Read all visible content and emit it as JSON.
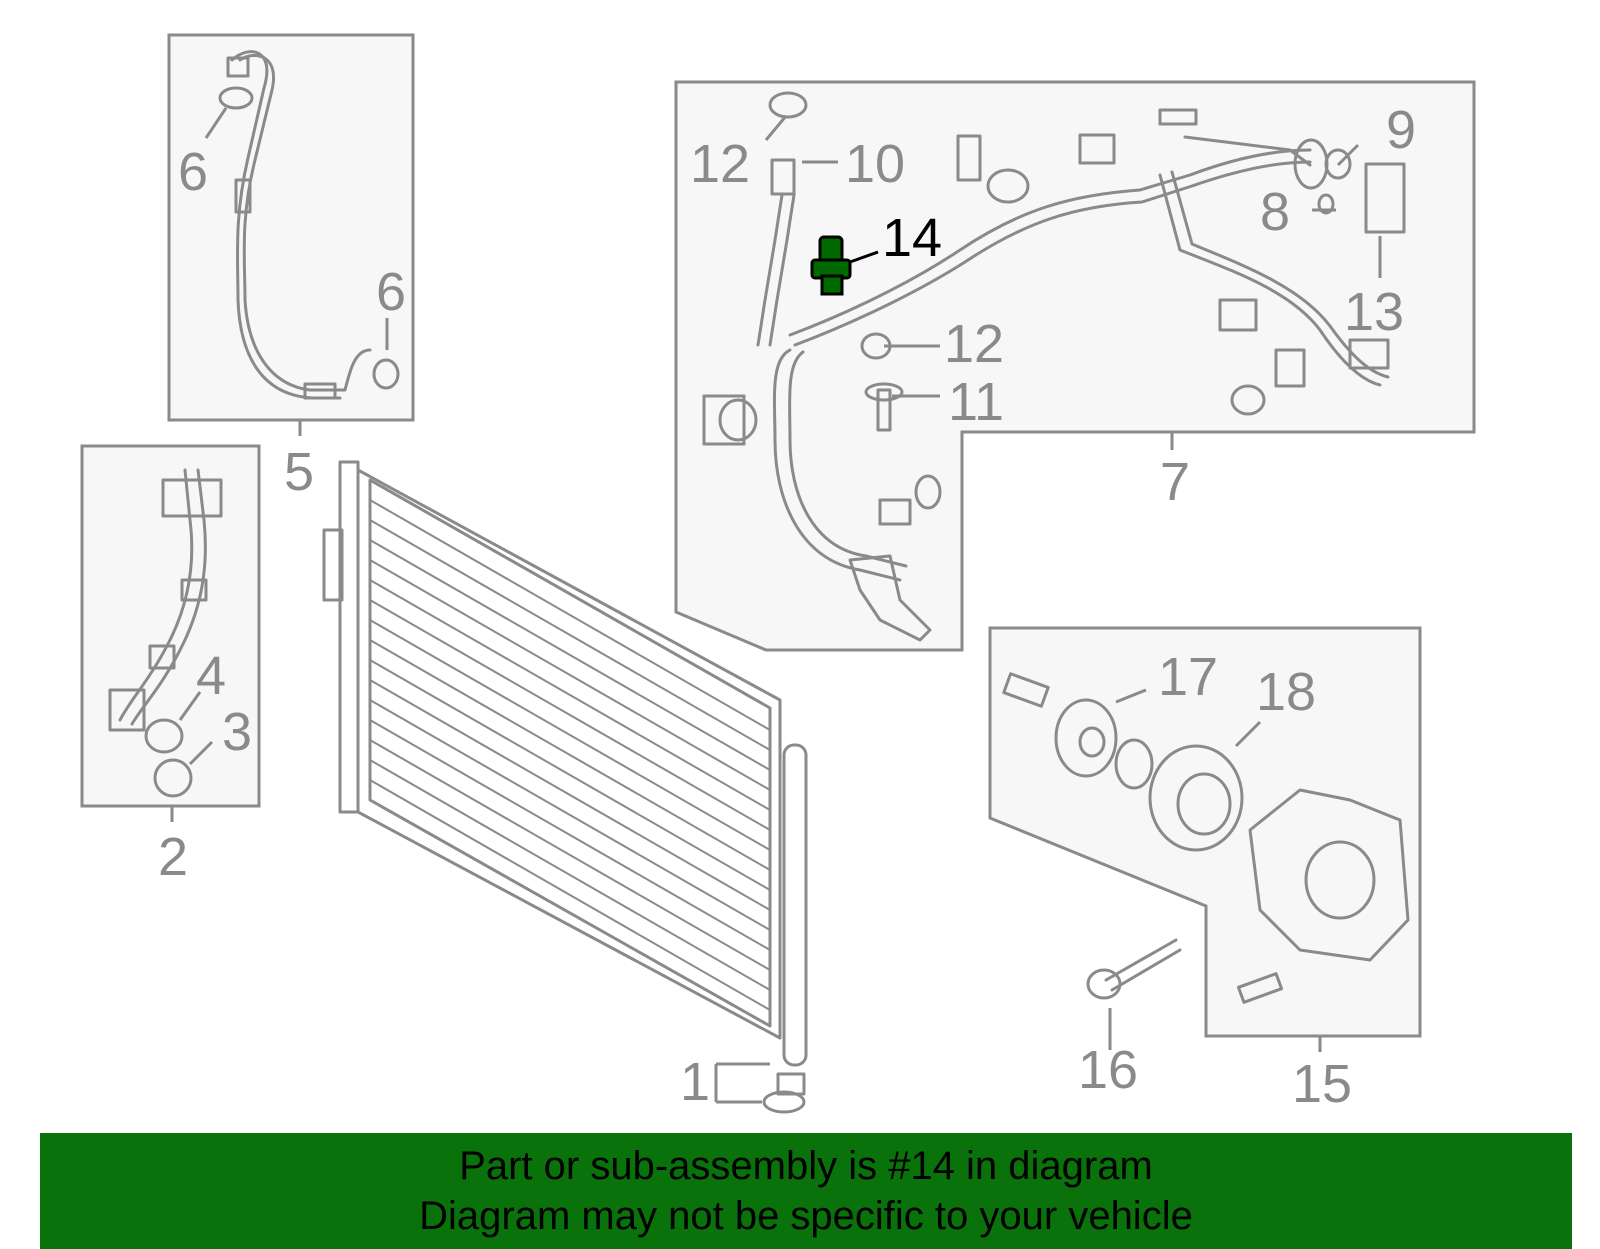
{
  "labels": {
    "p1": "1",
    "p2": "2",
    "p3": "3",
    "p4": "4",
    "p5": "5",
    "p6a": "6",
    "p6b": "6",
    "p7": "7",
    "p8": "8",
    "p9": "9",
    "p10": "10",
    "p11": "11",
    "p12a": "12",
    "p12b": "12",
    "p13": "13",
    "p14": "14",
    "p15": "15",
    "p16": "16",
    "p17": "17",
    "p18": "18"
  },
  "highlighted_part": "14",
  "colors": {
    "highlight": "#006a00",
    "banner": "#0a720a",
    "line": "#8a8a8a",
    "box_fill": "#f7f7f7"
  },
  "banner": {
    "line1": "Part or sub-assembly is #14 in diagram",
    "line2": "Diagram may not be specific to your vehicle"
  }
}
